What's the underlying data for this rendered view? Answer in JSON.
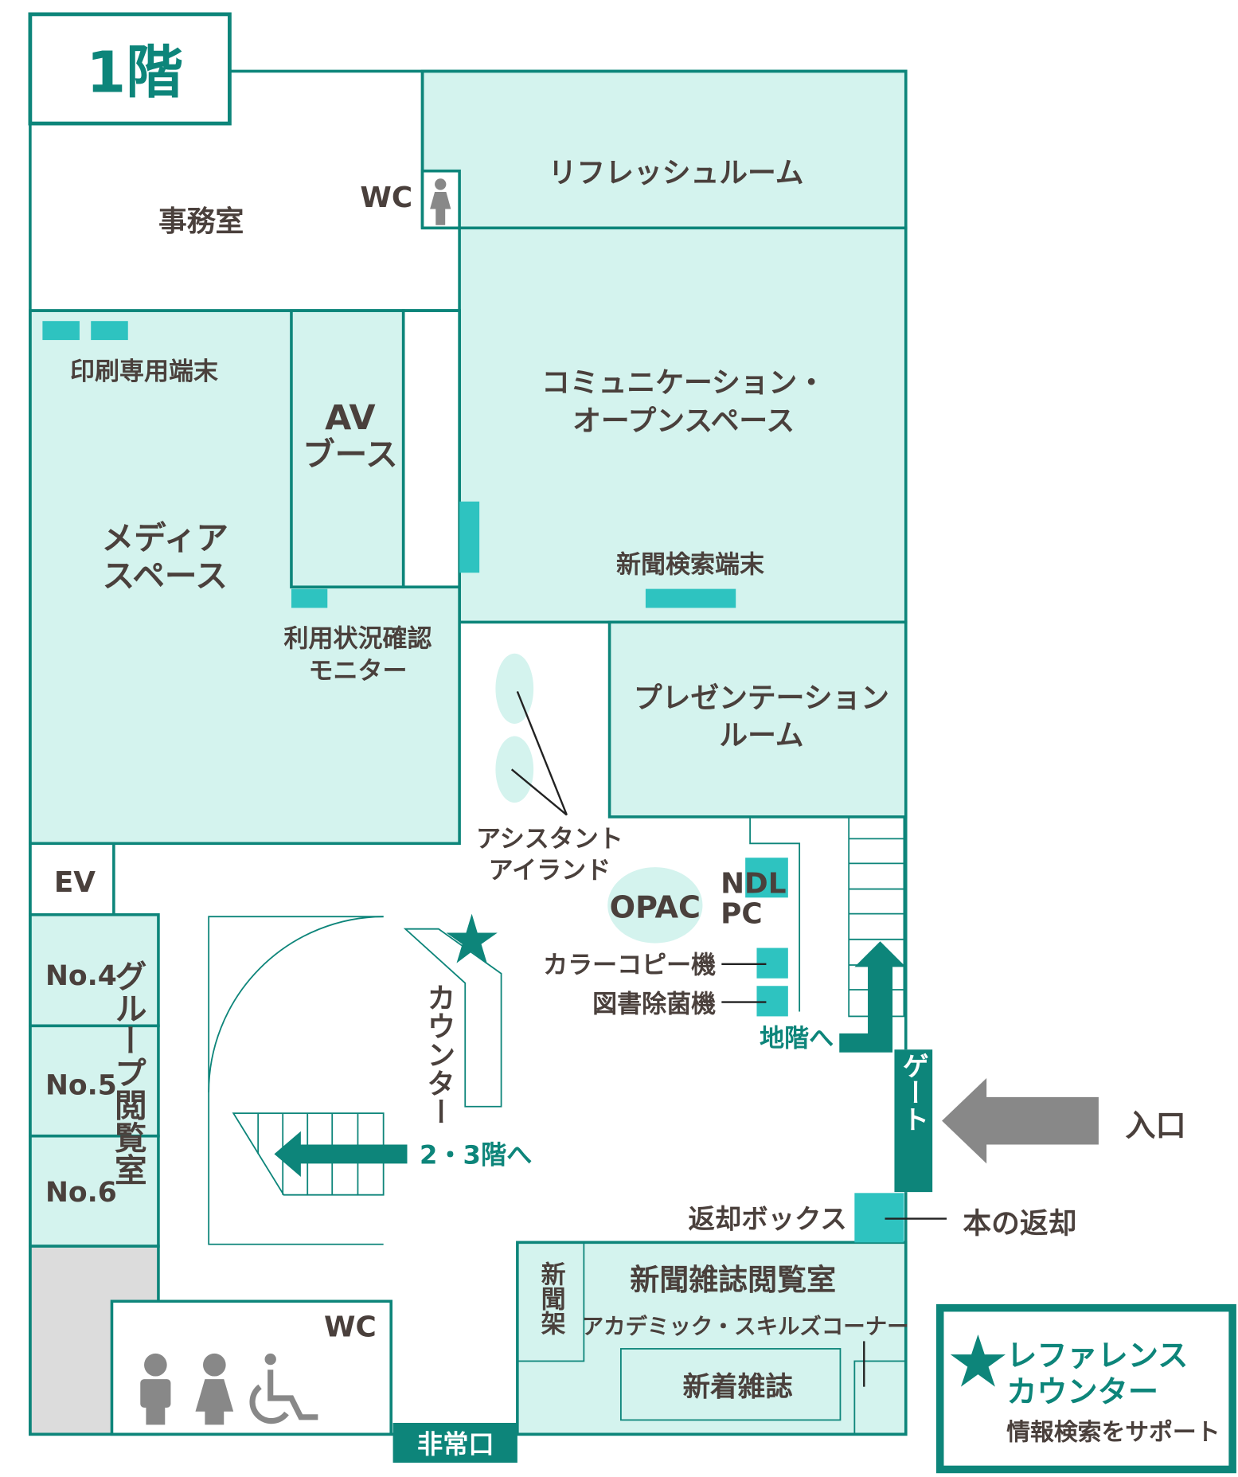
{
  "floor_title": "1階",
  "rooms": {
    "office": "事務室",
    "wc_top": "WC",
    "refresh_room": "リフレッシュルーム",
    "communication_line1": "コミュニケーション・",
    "communication_line2": "オープンスペース",
    "print_terminal": "印刷専用端末",
    "av_line1": "AV",
    "av_line2": "ブース",
    "media_line1": "メディア",
    "media_line2": "スペース",
    "newspaper_terminal": "新聞検索端末",
    "usage_monitor_line1": "利用状況確認",
    "usage_monitor_line2": "モニター",
    "presentation_line1": "プレゼンテーション",
    "presentation_line2": "ルーム",
    "assistant_line1": "アシスタント",
    "assistant_line2": "アイランド",
    "opac": "OPAC",
    "ndl_line1": "NDL",
    "ndl_line2": "PC",
    "color_copy": "カラーコピー機",
    "sterilizer": "図書除菌機",
    "to_basement": "地階へ",
    "ev": "EV",
    "group_rooms": [
      "No.4",
      "No.5",
      "No.6"
    ],
    "group_label": "グループ閲覧室",
    "counter": "カウンター",
    "to_floor23": "2・3階へ",
    "gate": "ゲート",
    "entrance": "入口",
    "return_box": "返却ボックス",
    "book_return": "本の返却",
    "newspaper_rack": "新聞架",
    "periodicals_room": "新聞雑誌閲覧室",
    "academic_corner": "アカデミック・スキルズコーナー",
    "new_magazines": "新着雑誌",
    "wc_bottom": "WC",
    "emergency_exit": "非常口"
  },
  "legend": {
    "title_line1": "レファレンス",
    "title_line2": "カウンター",
    "description": "情報検索をサポート"
  },
  "colors": {
    "teal": "#0d857a",
    "room": "#d4f3ee",
    "equipment": "#2ec3c0",
    "text": "#4a403c",
    "entrance_arrow": "#888888"
  }
}
